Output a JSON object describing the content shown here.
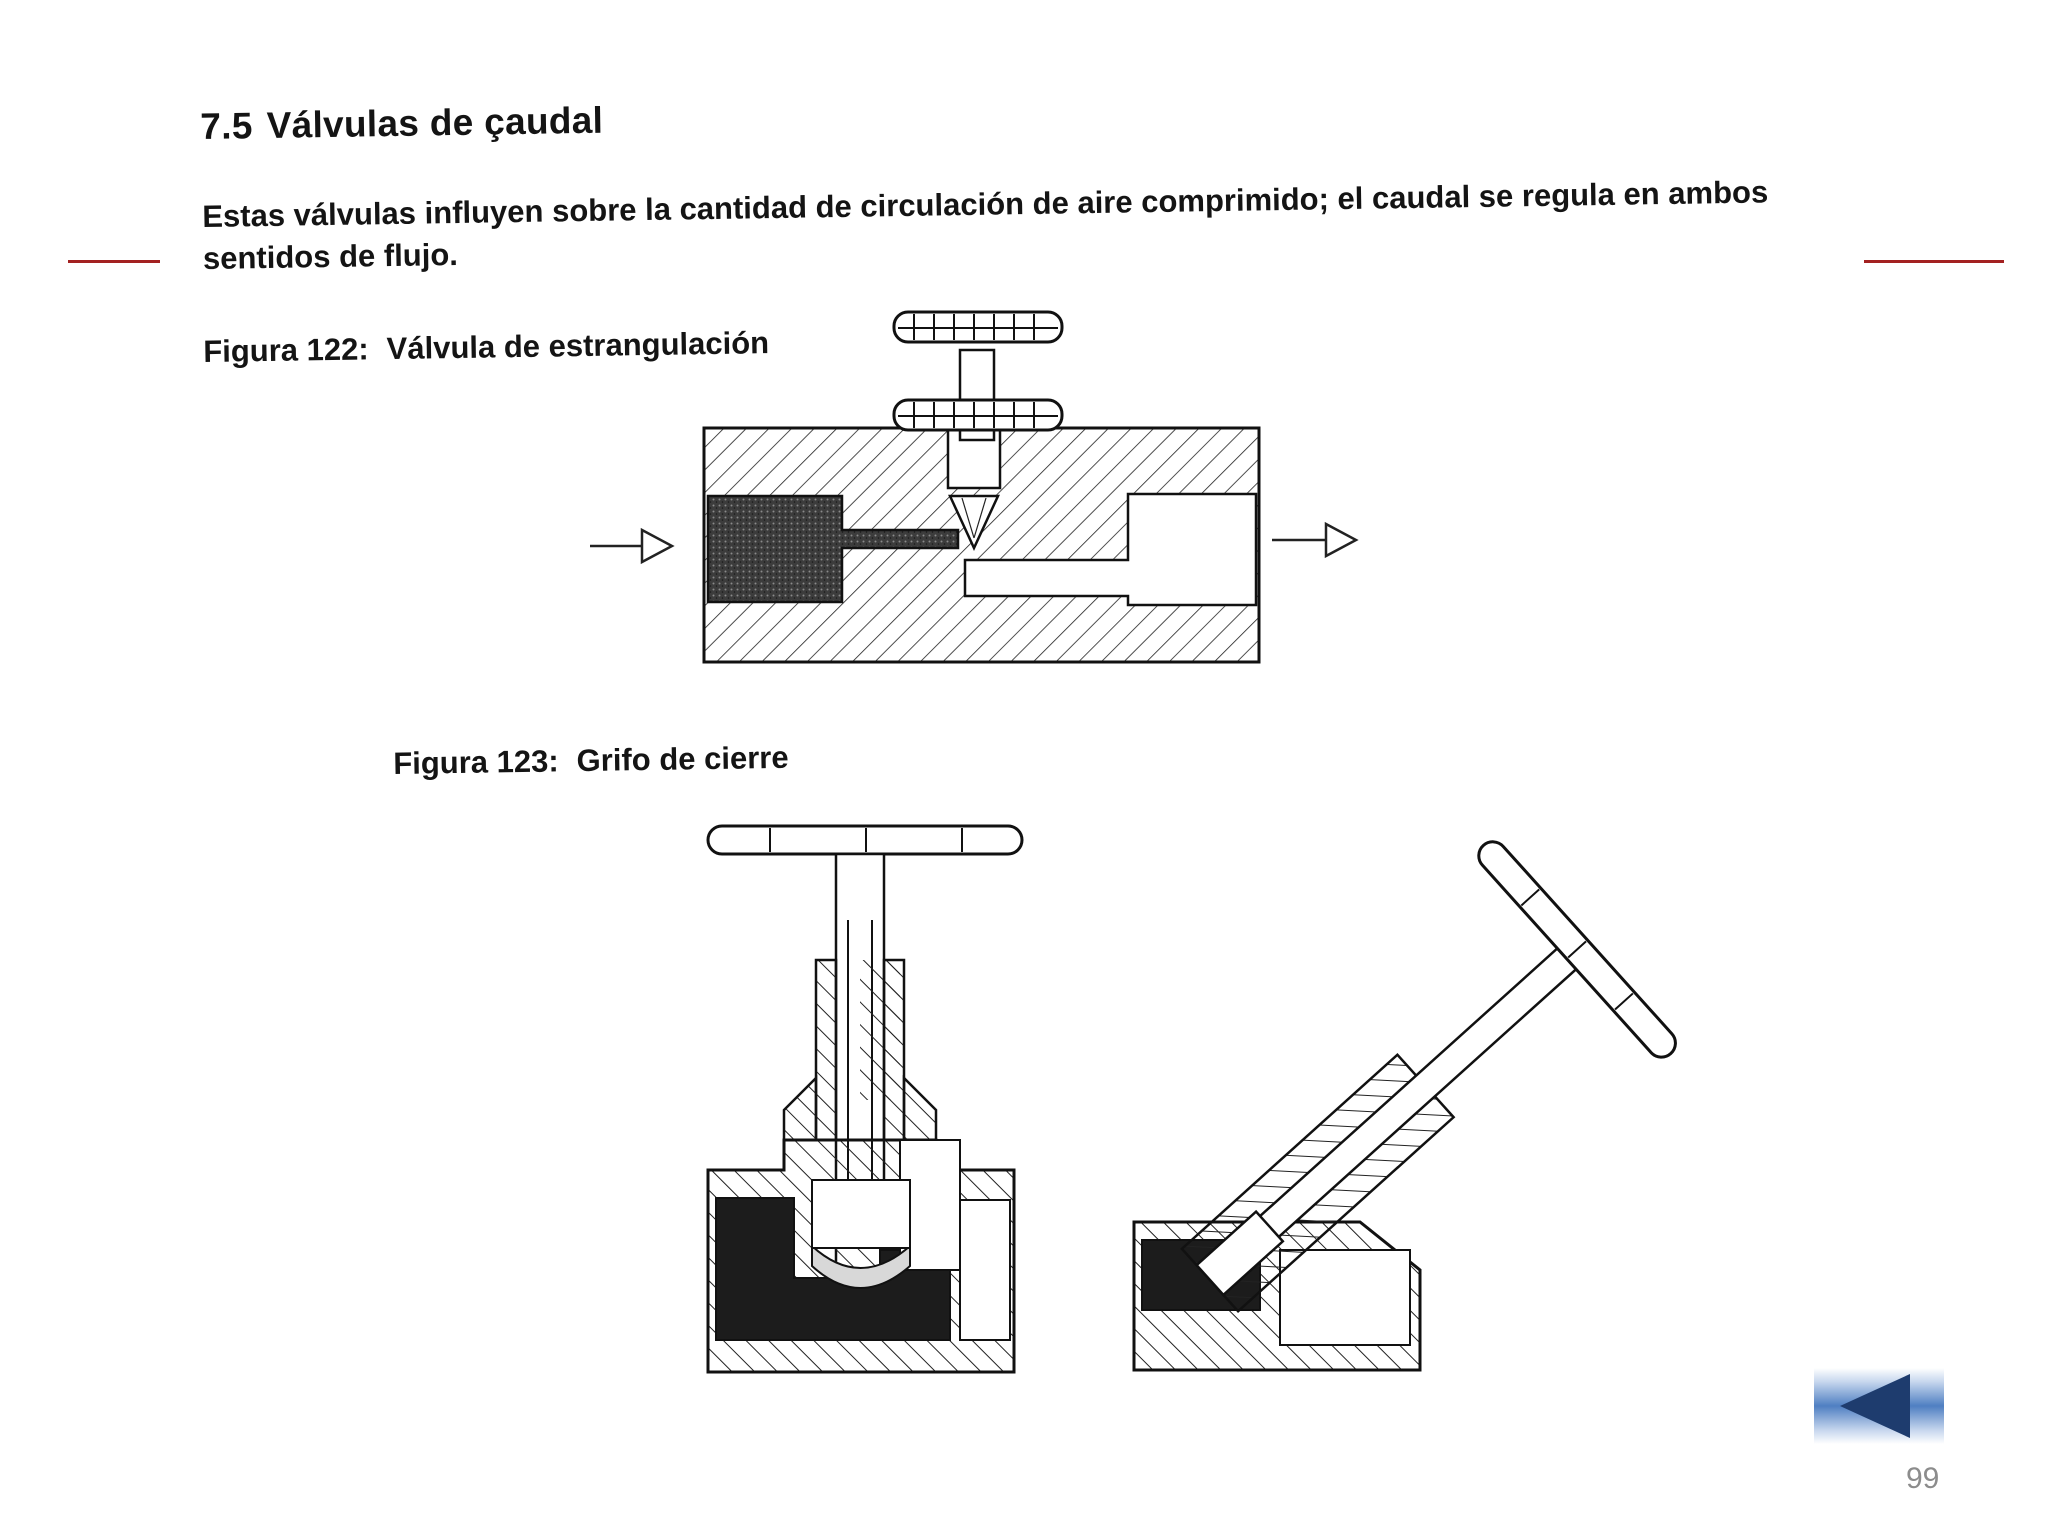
{
  "section": {
    "number": "7.5",
    "title": "Válvulas de çaudal"
  },
  "intro": {
    "text": "Estas válvulas influyen sobre la cantidad de circulación de aire comprimido; el caudal se regula en ambos sentidos de flujo."
  },
  "figures": [
    {
      "number": "Figura 122:",
      "caption": "Válvula de estrangulación"
    },
    {
      "number": "Figura 123:",
      "caption": "Grifo de cierre"
    }
  ],
  "navigation": {
    "back_icon": "left-triangle-arrow",
    "button_color": "#4f7fc2",
    "arrow_color": "#1e3c6e"
  },
  "page_number": "99",
  "colors": {
    "rule": "#a32121",
    "text": "#141414",
    "page_number": "#8c8c8c"
  }
}
